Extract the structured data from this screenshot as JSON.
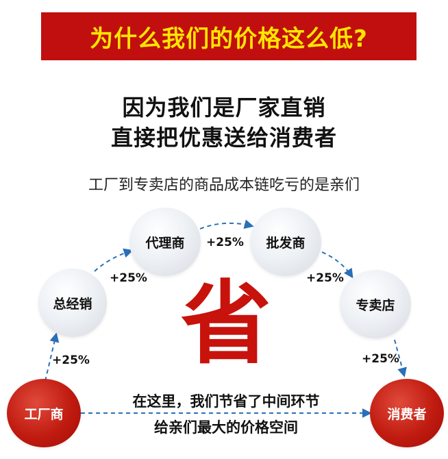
{
  "banner": {
    "title": "为什么我们的价格这么低?"
  },
  "headline": {
    "line1": "因为我们是厂家直销",
    "line2": "直接把优惠送给消费者"
  },
  "subline": "工厂到专卖店的商品成本链吃亏的是亲们",
  "nodes": {
    "factory": "工厂商",
    "general_distributor": "总经销",
    "agent": "代理商",
    "wholesaler": "批发商",
    "store": "专卖店",
    "consumer": "消费者"
  },
  "markups": {
    "factory_to_general": "+25%",
    "general_to_agent": "+25%",
    "agent_to_wholesaler": "+25%",
    "wholesaler_to_store": "+25%",
    "store_to_consumer": "+25%"
  },
  "big_char": "省",
  "note": {
    "line1": "在这里，我们节省了中间环节",
    "line2": "给亲们最大的价格空间"
  },
  "colors": {
    "banner_bg": "#c10f0f",
    "banner_text": "#ffe600",
    "accent_red": "#c8120c",
    "arrow_blue": "#2a6fb8"
  }
}
